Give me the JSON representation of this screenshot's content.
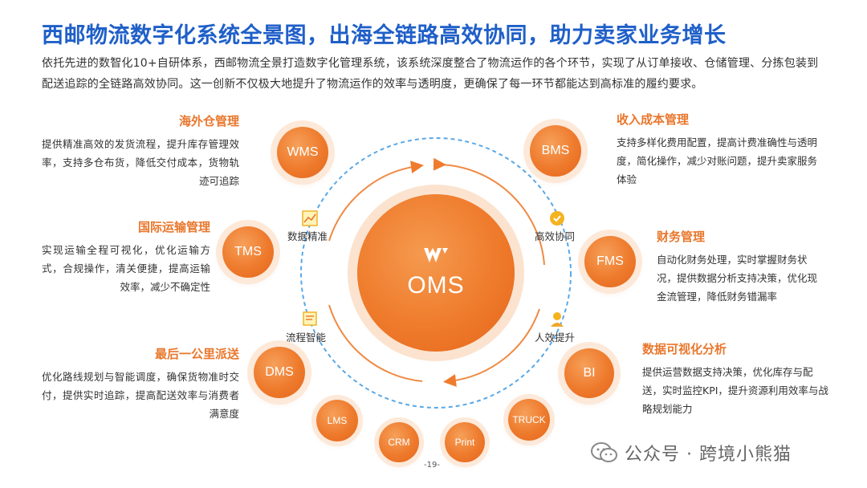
{
  "header": {
    "title": "西邮物流数字化系统全景图，出海全链路高效协同，助力卖家业务增长",
    "intro": "依托先进的数智化10+自研体系，西邮物流全景打造数字化管理系统，该系统深度整合了物流运作的各个环节，实现了从订单接收、仓储管理、分拣包装到配送追踪的全链路高效协同。这一创新不仅极大地提升了物流运作的效率与透明度，更确保了每一环节都能达到高标准的履约要求。"
  },
  "left_blocks": [
    {
      "title": "海外仓管理",
      "desc": "提供精准高效的发货流程，提升库存管理效率，支持多仓布货，降低交付成本，货物轨迹可追踪"
    },
    {
      "title": "国际运输管理",
      "desc": "实现运输全程可视化，优化运输方式，合规操作，清关便捷，提高运输效率，减少不确定性"
    },
    {
      "title": "最后一公里派送",
      "desc": "优化路线规划与智能调度，确保货物准时交付，提供实时追踪，提高配送效率与消费者满意度"
    }
  ],
  "right_blocks": [
    {
      "title": "收入成本管理",
      "desc": "支持多样化费用配置，提高计费准确性与透明度，简化操作，减少对账问题，提升卖家服务体验"
    },
    {
      "title": "财务管理",
      "desc": "自动化财务处理，实时掌握财务状况，提供数据分析支持决策，优化现金流管理，降低财务错漏率"
    },
    {
      "title": "数据可视化分析",
      "desc": "提供运营数据支持决策，优化库存与配送，实时监控KPI，提升资源利用效率与战略规划能力"
    }
  ],
  "modules": {
    "wms": "WMS",
    "tms": "TMS",
    "dms": "DMS",
    "bms": "BMS",
    "fms": "FMS",
    "bi": "BI",
    "lms": "LMS",
    "crm": "CRM",
    "print": "Print",
    "truck": "TRUCK"
  },
  "core": {
    "label": "OMS"
  },
  "cycle": {
    "data_accurate": "数据精准",
    "efficient_coop": "高效协同",
    "process_smart": "流程智能",
    "human_efficiency": "人效提升"
  },
  "footer": {
    "page": "-19-",
    "watermark": "公众号 · 跨境小熊猫"
  },
  "colors": {
    "title": "#1f5fc8",
    "accent": "#e9772c",
    "ring": "#5aa8e6"
  }
}
